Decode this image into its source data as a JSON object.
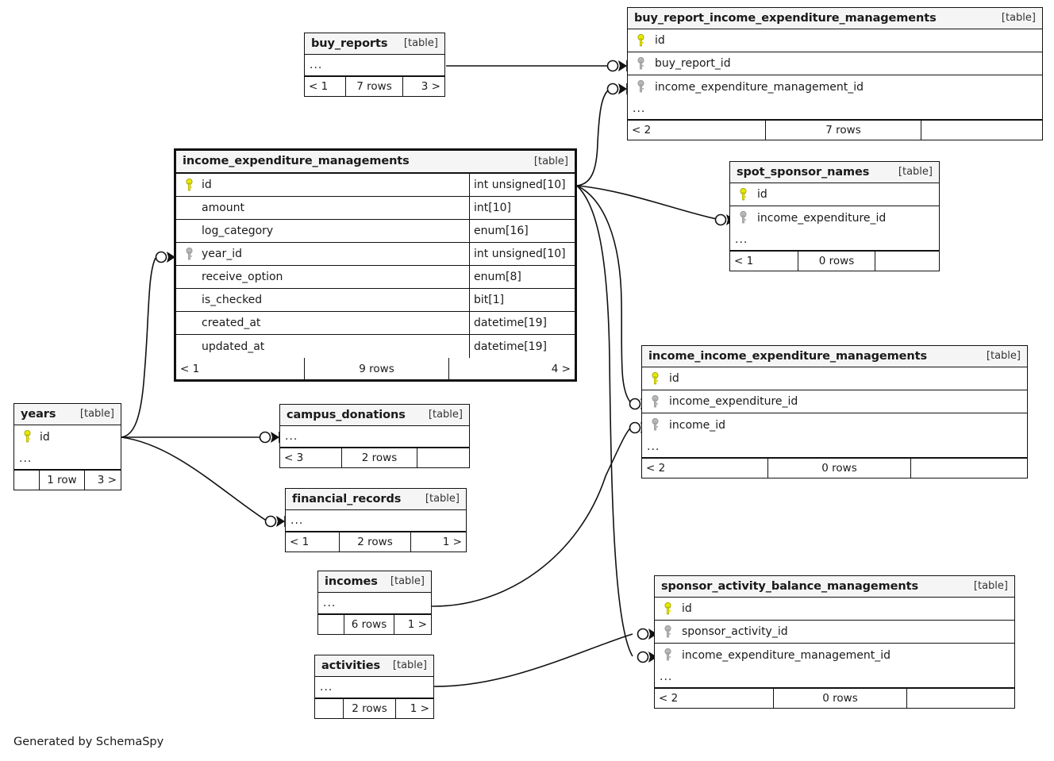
{
  "diagram": {
    "generator_note": "Generated by SchemaSpy",
    "table_tag": "[table]",
    "ellipsis": "...",
    "colors": {
      "primary_key": "#e8e800",
      "foreign_key": "#b3b3b3",
      "header_bg": "#f5f5f5",
      "border": "#111111",
      "background": "#ffffff"
    }
  },
  "tables": {
    "buy_reports": {
      "name": "buy_reports",
      "tag": "[table]",
      "ellipsis": "...",
      "footer": {
        "left": "< 1",
        "center": "7 rows",
        "right": "3 >"
      }
    },
    "buy_report_income_expenditure_managements": {
      "name": "buy_report_income_expenditure_managements",
      "tag": "[table]",
      "columns": [
        {
          "key": "pk",
          "label": "id",
          "type": ""
        },
        {
          "key": "fk",
          "label": "buy_report_id",
          "type": ""
        },
        {
          "key": "fk",
          "label": "income_expenditure_management_id",
          "type": ""
        }
      ],
      "ellipsis": "...",
      "footer": {
        "left": "< 2",
        "center": "7 rows",
        "right": ""
      }
    },
    "income_expenditure_managements": {
      "name": "income_expenditure_managements",
      "tag": "[table]",
      "columns": [
        {
          "key": "pk",
          "label": "id",
          "type": "int unsigned[10]"
        },
        {
          "key": "none",
          "label": "amount",
          "type": "int[10]"
        },
        {
          "key": "none",
          "label": "log_category",
          "type": "enum[16]"
        },
        {
          "key": "fk",
          "label": "year_id",
          "type": "int unsigned[10]"
        },
        {
          "key": "none",
          "label": "receive_option",
          "type": "enum[8]"
        },
        {
          "key": "none",
          "label": "is_checked",
          "type": "bit[1]"
        },
        {
          "key": "none",
          "label": "created_at",
          "type": "datetime[19]"
        },
        {
          "key": "none",
          "label": "updated_at",
          "type": "datetime[19]"
        }
      ],
      "footer": {
        "left": "< 1",
        "center": "9 rows",
        "right": "4 >"
      }
    },
    "spot_sponsor_names": {
      "name": "spot_sponsor_names",
      "tag": "[table]",
      "columns": [
        {
          "key": "pk",
          "label": "id",
          "type": ""
        },
        {
          "key": "fk",
          "label": "income_expenditure_id",
          "type": ""
        }
      ],
      "ellipsis": "...",
      "footer": {
        "left": "< 1",
        "center": "0 rows",
        "right": ""
      }
    },
    "income_income_expenditure_managements": {
      "name": "income_income_expenditure_managements",
      "tag": "[table]",
      "columns": [
        {
          "key": "pk",
          "label": "id",
          "type": ""
        },
        {
          "key": "fk",
          "label": "income_expenditure_id",
          "type": ""
        },
        {
          "key": "fk",
          "label": "income_id",
          "type": ""
        }
      ],
      "ellipsis": "...",
      "footer": {
        "left": "< 2",
        "center": "0 rows",
        "right": ""
      }
    },
    "sponsor_activity_balance_managements": {
      "name": "sponsor_activity_balance_managements",
      "tag": "[table]",
      "columns": [
        {
          "key": "pk",
          "label": "id",
          "type": ""
        },
        {
          "key": "fk",
          "label": "sponsor_activity_id",
          "type": ""
        },
        {
          "key": "fk",
          "label": "income_expenditure_management_id",
          "type": ""
        }
      ],
      "ellipsis": "...",
      "footer": {
        "left": "< 2",
        "center": "0 rows",
        "right": ""
      }
    },
    "years": {
      "name": "years",
      "tag": "[table]",
      "columns": [
        {
          "key": "pk",
          "label": "id",
          "type": ""
        }
      ],
      "ellipsis": "...",
      "footer": {
        "left": "",
        "center": "1 row",
        "right": "3 >"
      }
    },
    "campus_donations": {
      "name": "campus_donations",
      "tag": "[table]",
      "ellipsis": "...",
      "footer": {
        "left": "< 3",
        "center": "2 rows",
        "right": ""
      }
    },
    "financial_records": {
      "name": "financial_records",
      "tag": "[table]",
      "ellipsis": "...",
      "footer": {
        "left": "< 1",
        "center": "2 rows",
        "right": "1 >"
      }
    },
    "incomes": {
      "name": "incomes",
      "tag": "[table]",
      "ellipsis": "...",
      "footer": {
        "left": "",
        "center": "6 rows",
        "right": "1 >"
      }
    },
    "activities": {
      "name": "activities",
      "tag": "[table]",
      "ellipsis": "...",
      "footer": {
        "left": "",
        "center": "2 rows",
        "right": "1 >"
      }
    }
  },
  "relationships": [
    {
      "from": "buy_reports",
      "to": "buy_report_income_expenditure_managements.buy_report_id"
    },
    {
      "from": "income_expenditure_managements.id",
      "to": "buy_report_income_expenditure_managements.income_expenditure_management_id"
    },
    {
      "from": "income_expenditure_managements.id",
      "to": "spot_sponsor_names.income_expenditure_id"
    },
    {
      "from": "income_expenditure_managements.id",
      "to": "income_income_expenditure_managements.income_expenditure_id"
    },
    {
      "from": "income_expenditure_managements.id",
      "to": "sponsor_activity_balance_managements.income_expenditure_management_id"
    },
    {
      "from": "years.id",
      "to": "income_expenditure_managements.year_id"
    },
    {
      "from": "years.id",
      "to": "campus_donations"
    },
    {
      "from": "years.id",
      "to": "financial_records"
    },
    {
      "from": "incomes",
      "to": "income_income_expenditure_managements.income_id"
    },
    {
      "from": "activities",
      "to": "sponsor_activity_balance_managements.sponsor_activity_id"
    }
  ]
}
